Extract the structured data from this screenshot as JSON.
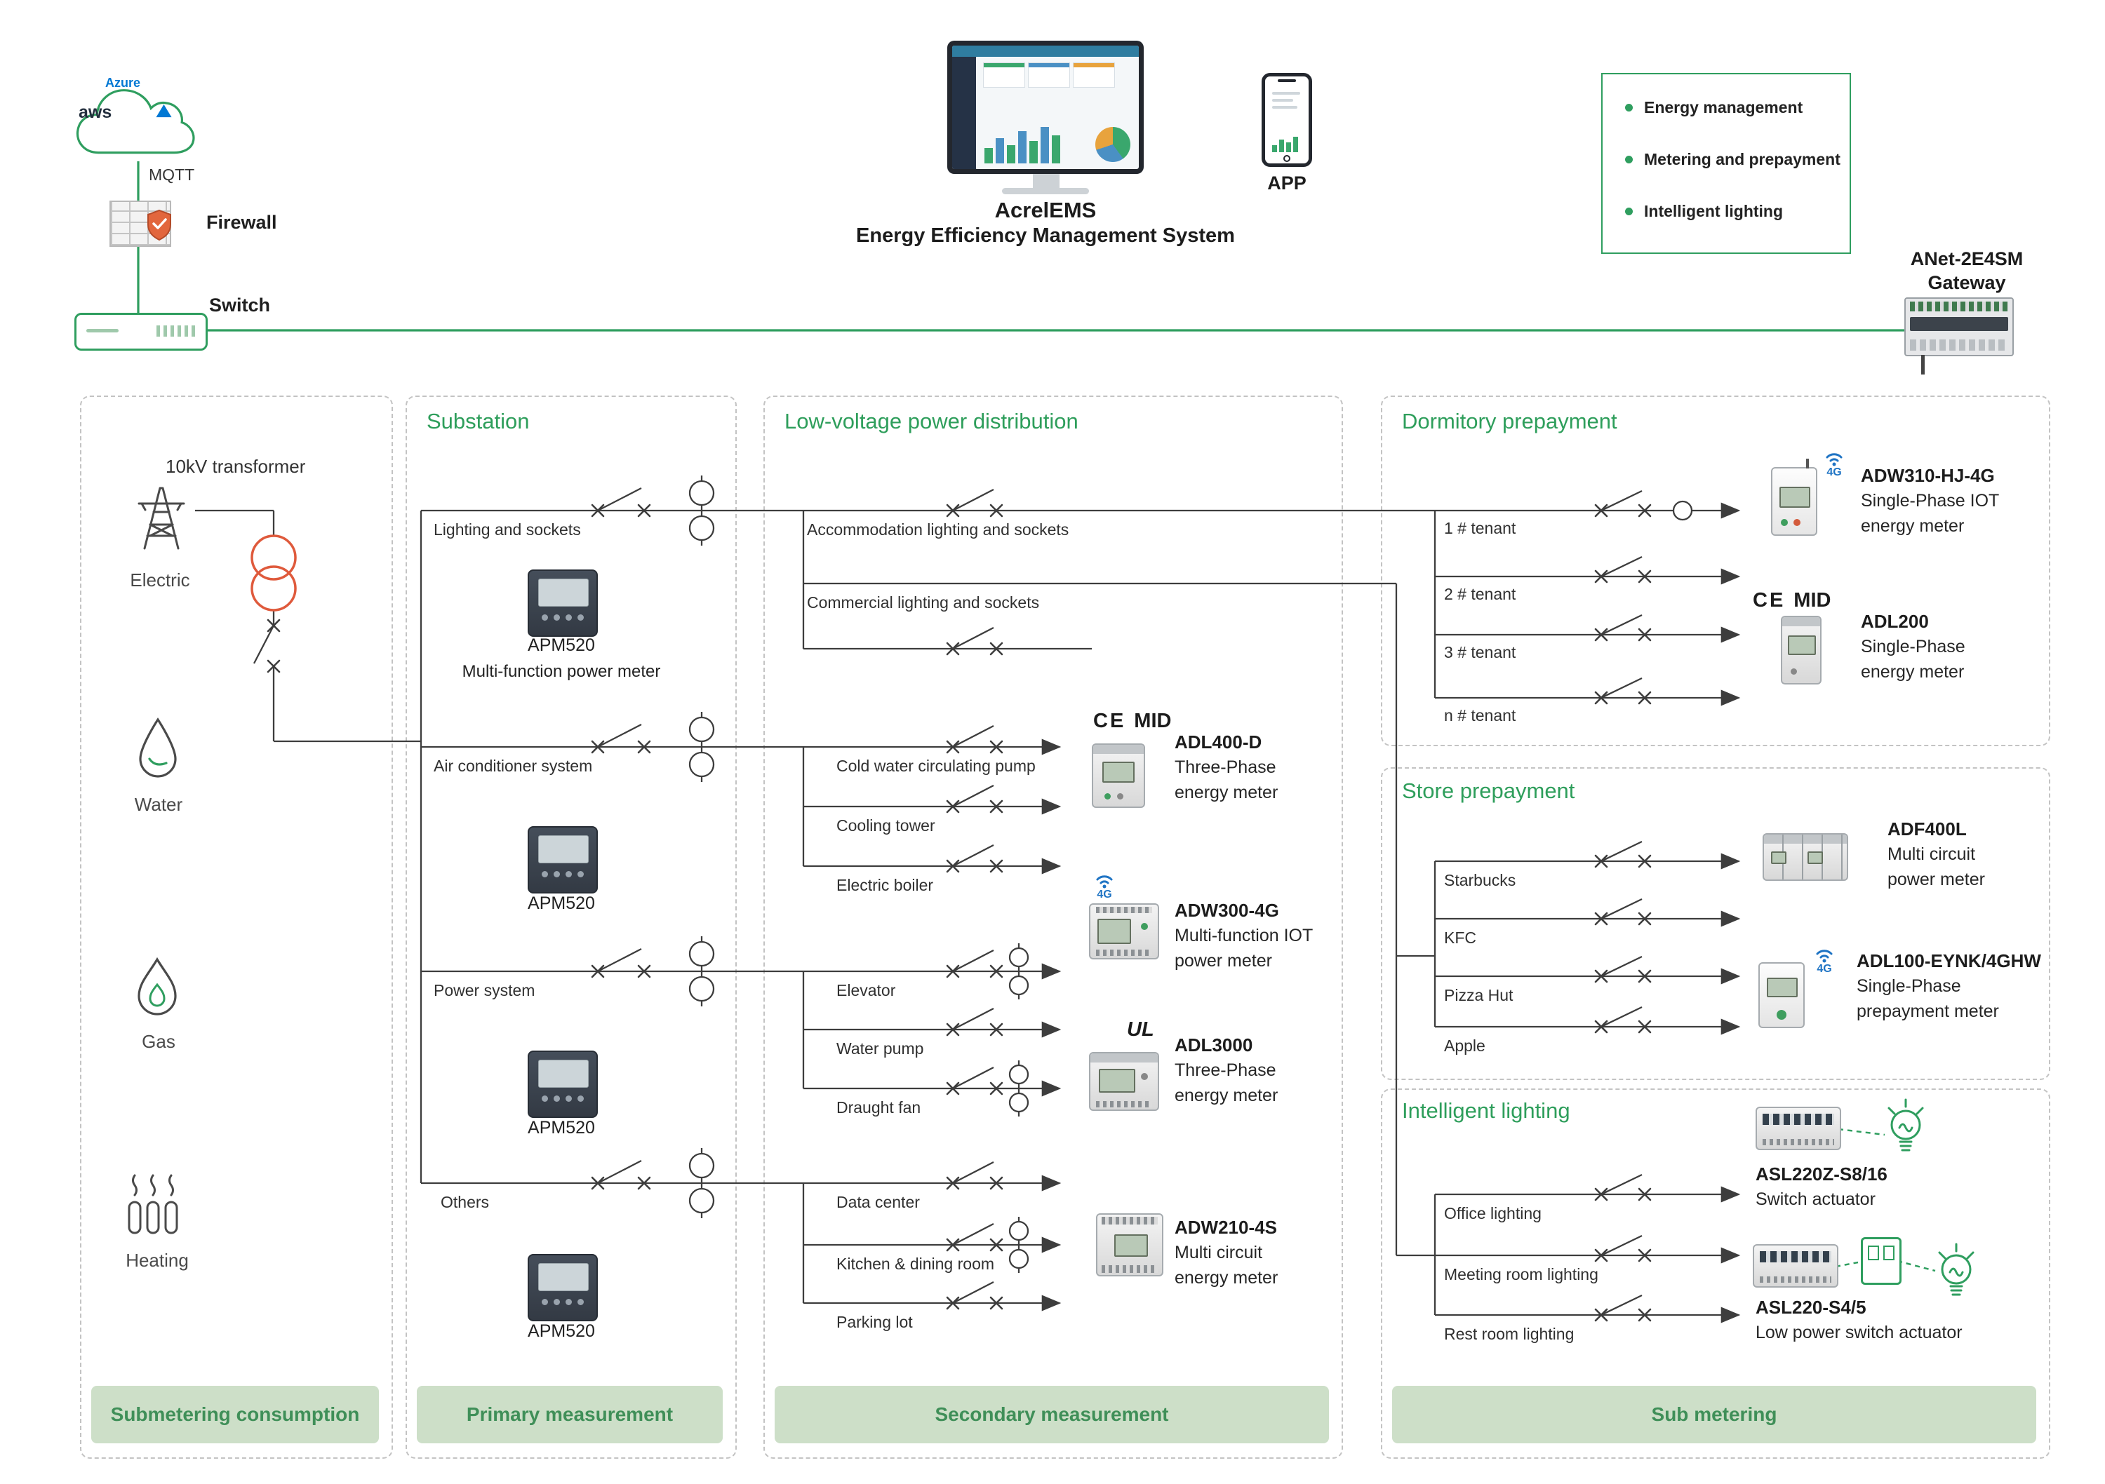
{
  "header": {
    "cloud_aws": "aws",
    "cloud_azure": "Azure",
    "mqtt": "MQTT",
    "firewall": "Firewall",
    "switch": "Switch",
    "title": "AcrelEMS",
    "subtitle": "Energy Efficiency Management System",
    "app": "APP",
    "features": [
      "Energy management",
      "Metering and prepayment",
      "Intelligent lighting"
    ],
    "gateway_model": "ANet-2E4SM",
    "gateway_name": "Gateway"
  },
  "badges": {
    "ce": "CE",
    "mid": "MID",
    "ul": "UL",
    "g4": "4G"
  },
  "col1": {
    "transformer": "10kV transformer",
    "electric": "Electric",
    "water": "Water",
    "gas": "Gas",
    "heating": "Heating",
    "footer": "Submetering consumption"
  },
  "col2": {
    "title": "Substation",
    "branches": [
      "Lighting and sockets",
      "Air conditioner system",
      "Power system",
      "Others"
    ],
    "meter": "APM520",
    "meter_desc": "Multi-function power meter",
    "footer": "Primary measurement"
  },
  "col3": {
    "title": "Low-voltage power distribution",
    "branches": [
      "Accommodation lighting and sockets",
      "Commercial lighting and sockets",
      "Cold water circulating pump",
      "Cooling tower",
      "Electric boiler",
      "Elevator",
      "Water pump",
      "Draught fan",
      "Data center",
      "Kitchen & dining room",
      "Parking lot"
    ],
    "meters": [
      {
        "name": "ADL400-D",
        "line1": "Three-Phase",
        "line2": "energy meter"
      },
      {
        "name": "ADW300-4G",
        "line1": "Multi-function IOT",
        "line2": "power meter"
      },
      {
        "name": "ADL3000",
        "line1": "Three-Phase",
        "line2": "energy meter"
      },
      {
        "name": "ADW210-4S",
        "line1": "Multi circuit",
        "line2": "energy meter"
      }
    ],
    "footer": "Secondary measurement"
  },
  "dormitory": {
    "title": "Dormitory prepayment",
    "tenants": [
      "1 # tenant",
      "2 # tenant",
      "3 # tenant",
      "n # tenant"
    ],
    "meters": [
      {
        "name": "ADW310-HJ-4G",
        "line1": "Single-Phase IOT",
        "line2": "energy meter"
      },
      {
        "name": "ADL200",
        "line1": "Single-Phase",
        "line2": "energy meter"
      }
    ]
  },
  "store": {
    "title": "Store prepayment",
    "tenants": [
      "Starbucks",
      "KFC",
      "Pizza Hut",
      "Apple"
    ],
    "meters": [
      {
        "name": "ADF400L",
        "line1": "Multi circuit",
        "line2": "power meter"
      },
      {
        "name": "ADL100-EYNK/4GHW",
        "line1": "Single-Phase",
        "line2": "prepayment meter"
      }
    ]
  },
  "lighting": {
    "title": "Intelligent lighting",
    "branches": [
      "Office lighting",
      "Meeting room lighting",
      "Rest room lighting"
    ],
    "devices": [
      {
        "name": "ASL220Z-S8/16",
        "desc": "Switch actuator"
      },
      {
        "name": "ASL220-S4/5",
        "desc": "Low power switch actuator"
      }
    ],
    "footer": "Sub metering"
  },
  "colors": {
    "accent": "#2f9e5f",
    "wire": "#3d3d3d",
    "footer_bg": "#cddfc8",
    "transformer": "#df5a3c"
  },
  "icons": {
    "cloud": "aws-azure-cloud",
    "firewall": "brick-wall-shield",
    "switch": "network-switch",
    "monitor": "desktop-dashboard",
    "phone": "mobile-app",
    "gateway": "din-rail-gateway",
    "electric": "transmission-tower",
    "water": "water-drop",
    "gas": "flame",
    "heating": "radiator",
    "bulb": "light-bulb",
    "badge_4g": "wifi-4g"
  }
}
